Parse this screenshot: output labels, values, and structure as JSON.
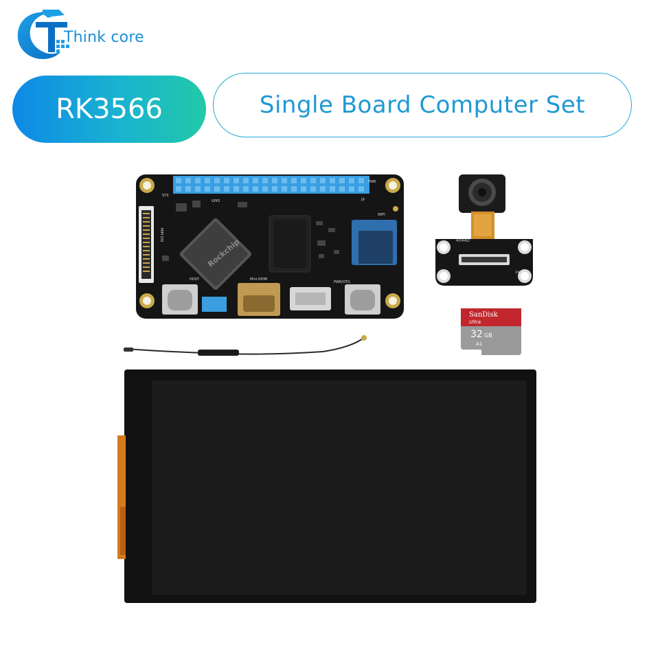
{
  "brand": {
    "name": "Think core",
    "logo": "think-core-logo"
  },
  "badge": {
    "model": "RK3566"
  },
  "banner": {
    "title": "Single Board Computer Set"
  },
  "products": {
    "board": {
      "chip_mark": "Rockchip",
      "silkscreen": {
        "sys": "SYS",
        "gpio": "GPIO",
        "j9": "J9",
        "pwr": "PWR",
        "wifi_ant": "WIFI",
        "mipi_dsi": "MIPI DSI",
        "host": "HOST",
        "mini_hdmi": "Mini HDMI",
        "otg": "PWR/OTG"
      }
    },
    "camera": {
      "label": "4044D",
      "pin": "24"
    },
    "sdcard": {
      "brand": "SanDisk",
      "line": "Ultra",
      "capacity": "32",
      "unit": "GB",
      "class": "A1"
    },
    "antenna": {},
    "display": {}
  },
  "colors": {
    "accent_blue": "#1a8fd6",
    "gradient_start": "#0f88e6",
    "gradient_end": "#22c9a8",
    "pcb_black": "#151515",
    "gpio_blue": "#3a9ee0"
  }
}
